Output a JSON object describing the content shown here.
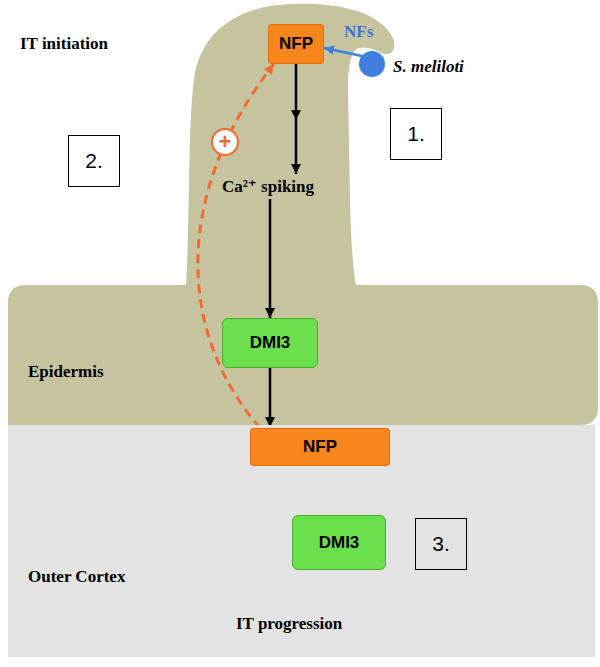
{
  "diagram": {
    "nodes": [
      {
        "text": [
          "Epidermis"
        ]
      },
      {
        "text": [
          "NFP"
        ],
        "in": 0
      },
      {
        "text": [
          "S. meliloti"
        ]
      },
      {
        "text": [
          "1."
        ]
      },
      {
        "text": [
          "2."
        ]
      },
      {
        "text": [
          "+"
        ]
      },
      {
        "text": [
          "Ca²⁺ spiking"
        ],
        "in": 0
      },
      {
        "text": [
          "DMI3"
        ],
        "in": 0
      },
      {
        "text": [
          "Outer Cortex"
        ]
      },
      {
        "text": [
          "NFP"
        ],
        "in": 8
      },
      {
        "text": [
          "DMI3"
        ],
        "in": 8
      },
      {
        "text": [
          "3."
        ],
        "in": 8
      },
      {
        "text": [
          "IT progression"
        ],
        "in": 8
      }
    ],
    "edges": [
      {
        "from": 2,
        "to": 1,
        "label": "NFs",
        "arrow": "to"
      },
      {
        "from": 1,
        "to": 6,
        "arrow": "to"
      },
      {
        "from": 6,
        "to": 7,
        "arrow": "to"
      },
      {
        "from": 7,
        "to": 9,
        "arrow": "to"
      },
      {
        "from": 9,
        "to": 1,
        "arrow": "to"
      },
      {
        "from": 9,
        "to": 10,
        "arrow": "to"
      },
      {
        "from": 10,
        "to": 12,
        "arrow": "to"
      }
    ],
    "labels": [
      "IT initiation"
    ]
  }
}
